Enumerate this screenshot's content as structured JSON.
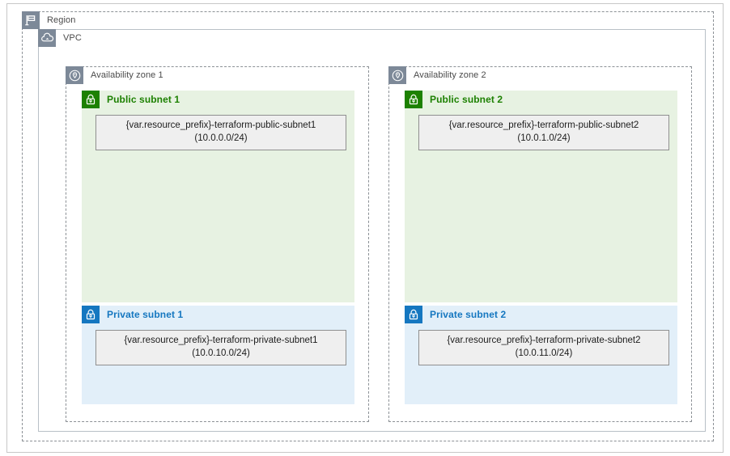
{
  "diagram": {
    "type": "aws-architecture",
    "colors": {
      "public_subnet_fill": "#e7f2e2",
      "public_subnet_accent": "#1d8102",
      "private_subnet_fill": "#e2eff9",
      "private_subnet_accent": "#1577c0",
      "group_icon_tile": "#7d8998",
      "resource_box_fill": "#efefef",
      "resource_box_border": "#8f8f8f",
      "dashed_border": "#8c9196"
    }
  },
  "region": {
    "label": "Region",
    "icon": "flag-icon"
  },
  "vpc": {
    "label": "VPC",
    "icon": "cloud-icon"
  },
  "availability_zones": [
    {
      "label": "Availability zone 1",
      "icon": "location-pin-icon",
      "subnets": [
        {
          "title": "Public subnet 1",
          "icon": "lock-icon",
          "kind": "public",
          "resource": {
            "name": "{var.resource_prefix}-terraform-public-subnet1",
            "cidr": "(10.0.0.0/24)"
          }
        },
        {
          "title": "Private subnet 1",
          "icon": "lock-icon",
          "kind": "private",
          "resource": {
            "name": "{var.resource_prefix}-terraform-private-subnet1",
            "cidr": "(10.0.10.0/24)"
          }
        }
      ]
    },
    {
      "label": "Availability zone 2",
      "icon": "location-pin-icon",
      "subnets": [
        {
          "title": "Public subnet 2",
          "icon": "lock-icon",
          "kind": "public",
          "resource": {
            "name": "{var.resource_prefix}-terraform-public-subnet2",
            "cidr": "(10.0.1.0/24)"
          }
        },
        {
          "title": "Private subnet 2",
          "icon": "lock-icon",
          "kind": "private",
          "resource": {
            "name": "{var.resource_prefix}-terraform-private-subnet2",
            "cidr": "(10.0.11.0/24)"
          }
        }
      ]
    }
  ]
}
